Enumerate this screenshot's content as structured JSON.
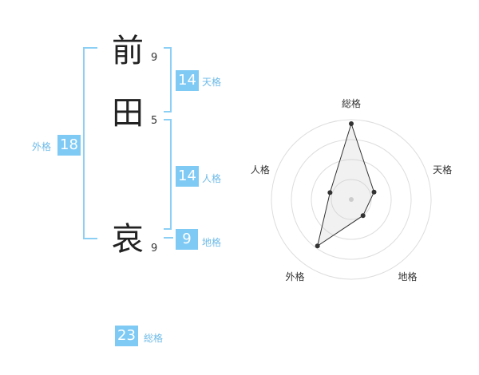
{
  "name": {
    "chars": [
      {
        "char": "前",
        "strokes": "9"
      },
      {
        "char": "田",
        "strokes": "5"
      },
      {
        "char": "哀",
        "strokes": "9"
      }
    ]
  },
  "kaku": {
    "tenkaku": {
      "value": "14",
      "label": "天格"
    },
    "jinkaku": {
      "value": "14",
      "label": "人格"
    },
    "chikaku": {
      "value": "9",
      "label": "地格"
    },
    "gaikaku": {
      "value": "18",
      "label": "外格"
    },
    "soukaku": {
      "value": "23",
      "label": "総格"
    }
  },
  "colors": {
    "accent": "#7fcaf5",
    "bracket": "#8ccff5",
    "label": "#6ebbe8"
  },
  "chart_data": {
    "type": "radar",
    "axes": [
      "総格",
      "天格",
      "地格",
      "外格",
      "人格"
    ],
    "values": [
      0.95,
      0.3,
      0.25,
      0.72,
      0.28
    ],
    "range": [
      0,
      1
    ],
    "rings": 4
  }
}
